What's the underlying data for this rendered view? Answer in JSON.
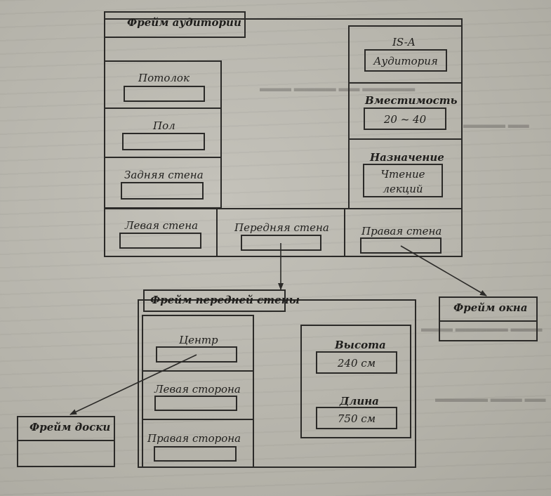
{
  "diagram": {
    "room_frame": {
      "title": "Фрейм аудитории",
      "ceiling": "Потолок",
      "floor": "Пол",
      "back_wall": "Задняя стена",
      "left_wall": "Левая стена",
      "front_wall": "Передняя стена",
      "right_wall": "Правая стена",
      "is_a": {
        "label": "IS-A",
        "value": "Аудитория"
      },
      "capacity": {
        "label": "Вместимость",
        "value": "20 ~ 40"
      },
      "purpose": {
        "label": "Назначение",
        "value_line1": "Чтение",
        "value_line2": "лекций"
      }
    },
    "front_wall_frame": {
      "title": "Фрейм передней стены",
      "center": "Центр",
      "left_side": "Левая сторона",
      "right_side": "Правая сторона",
      "height": {
        "label": "Высота",
        "value": "240 см"
      },
      "length": {
        "label": "Длина",
        "value": "750 см"
      }
    },
    "window_frame": {
      "title": "Фрейм окна"
    },
    "board_frame": {
      "title": "Фрейм доски"
    },
    "colors": {
      "ink": "#2b2a28",
      "paper": "#b5b3ab"
    }
  }
}
